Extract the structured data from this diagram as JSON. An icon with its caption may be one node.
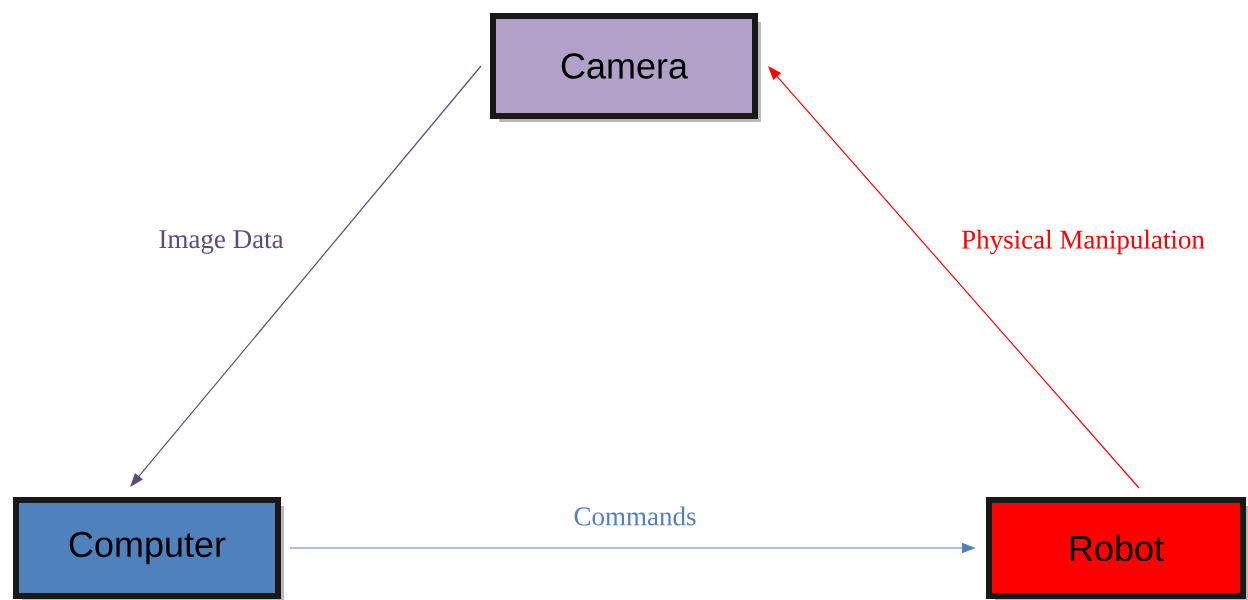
{
  "diagram": {
    "nodes": [
      {
        "text": [
          "Camera"
        ]
      },
      {
        "text": [
          "Computer"
        ]
      },
      {
        "text": [
          "Robot"
        ]
      }
    ],
    "edges": [
      {
        "from": 0,
        "to": 1,
        "arrow": "to",
        "label": "Image Data",
        "color": "#5f497a"
      },
      {
        "from": 1,
        "to": 2,
        "arrow": "to",
        "label": "Commands",
        "color": "#4f81bd"
      },
      {
        "from": 2,
        "to": 0,
        "arrow": "to",
        "label": "Physical Manipulation",
        "color": "#ff0000"
      }
    ]
  }
}
